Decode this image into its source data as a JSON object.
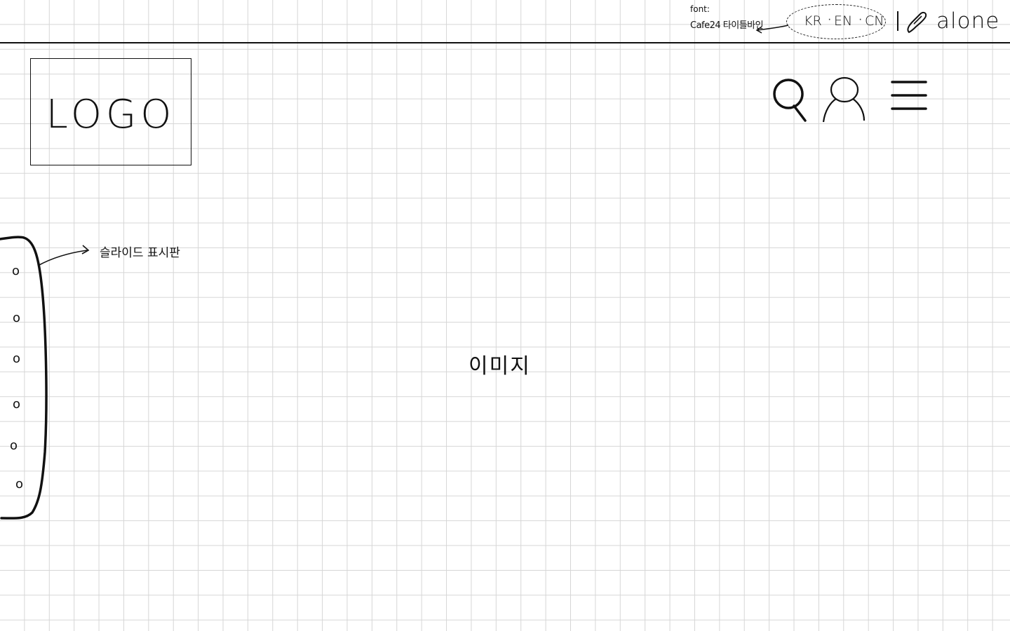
{
  "header": {
    "font_note": {
      "label": "font:",
      "name": "Cafe24 타이틀바인"
    },
    "languages": [
      "KR",
      "EN",
      "CN"
    ],
    "language_separator": "·",
    "divider": "|",
    "user_label": "alone",
    "icons": {
      "brand": "paperclip-icon",
      "search": "search-icon",
      "account": "user-icon",
      "menu": "hamburger-menu-icon"
    }
  },
  "logo": {
    "text": "LOGO"
  },
  "slide_indicator": {
    "annotation": "슬라이드 표시판",
    "dots": [
      "o",
      "o",
      "o",
      "o",
      "o",
      "o"
    ]
  },
  "main": {
    "image_label": "이미지"
  }
}
